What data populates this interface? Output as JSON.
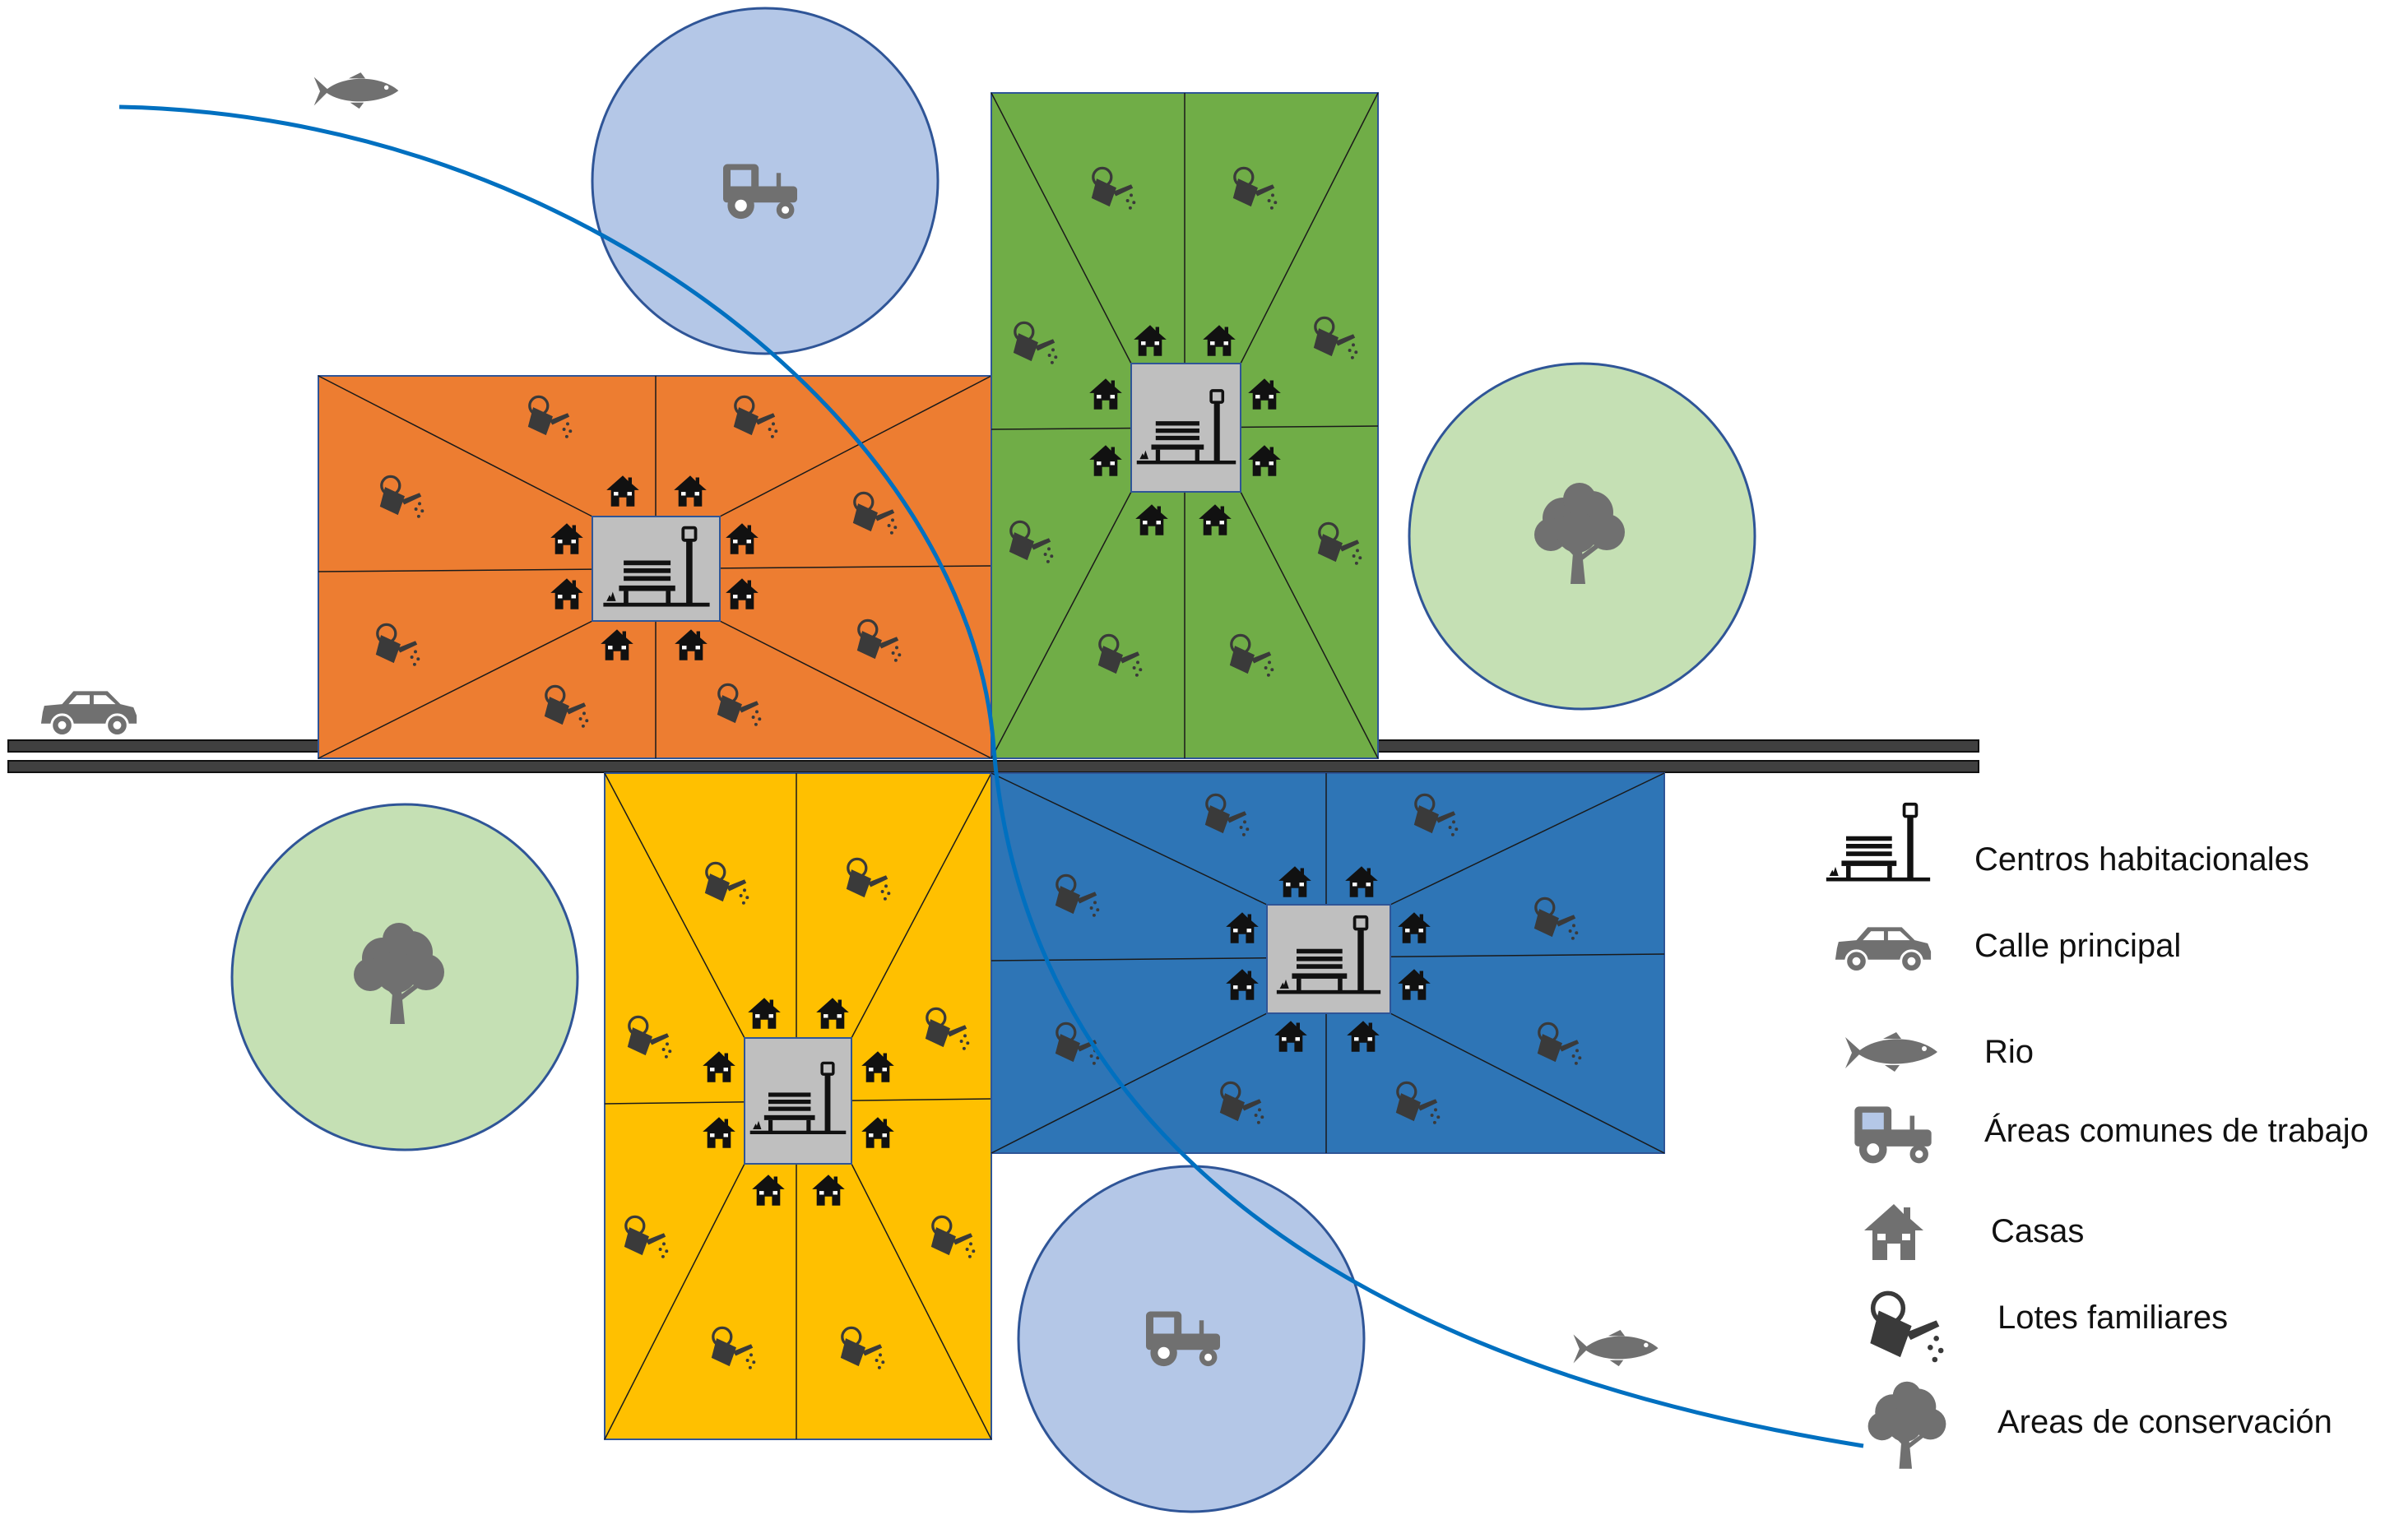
{
  "legend": {
    "items": [
      {
        "icon": "bench-lamp-icon",
        "label": "Centros habitacionales"
      },
      {
        "icon": "car-icon",
        "label": "Calle principal"
      },
      {
        "icon": "fish-icon",
        "label": "Rio"
      },
      {
        "icon": "tractor-icon",
        "label": "Áreas comunes de trabajo"
      },
      {
        "icon": "house-icon",
        "label": "Casas"
      },
      {
        "icon": "watering-can-icon",
        "label": "Lotes familiares"
      },
      {
        "icon": "tree-icon",
        "label": "Areas de conservación"
      }
    ]
  },
  "colors": {
    "orange_block": "#ED7D31",
    "green_block": "#70AD47",
    "yellow_block": "#FFC000",
    "blue_block": "#2E75B6",
    "work_area_circle": "#B4C7E7",
    "conservation_circle": "#C5E0B4",
    "circle_outline": "#2F5597",
    "river": "#0070C0",
    "road": "#404040",
    "center_square": "#BFBFBF",
    "icon_gray": "#707070"
  }
}
